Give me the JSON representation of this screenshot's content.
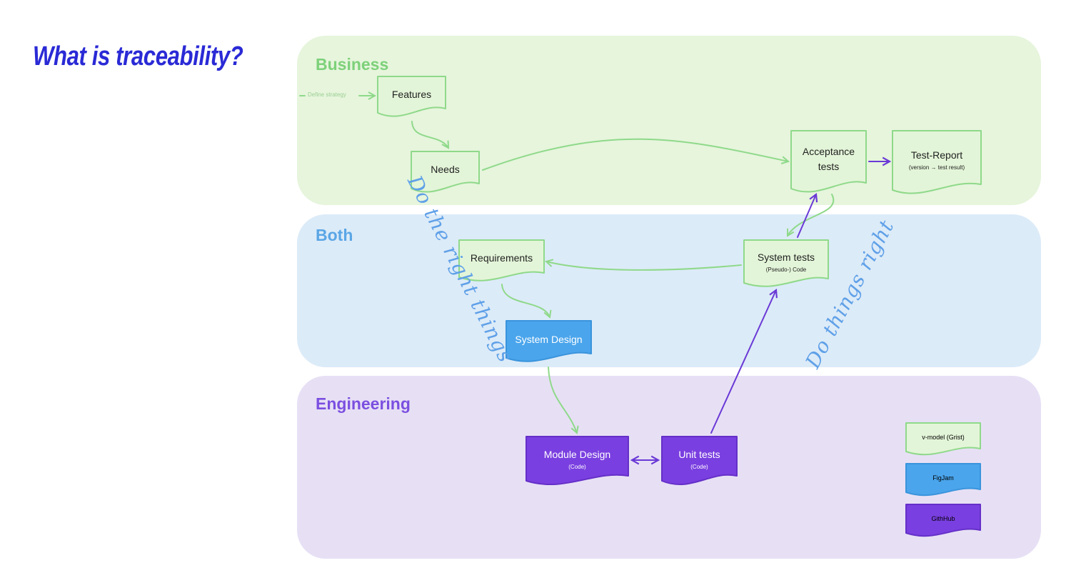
{
  "slide": {
    "title": "What is traceability?"
  },
  "lanes": {
    "business": "Business",
    "both": "Both",
    "engineering": "Engineering"
  },
  "colors": {
    "business_fill": "#e6f5dc",
    "both_fill": "#dcebf8",
    "engineering_fill": "#e7e0f5",
    "green_node": "#e3f5d8",
    "green_border": "#8fd98a",
    "blue_node": "#4aa5ec",
    "purple_node": "#7a3fe0",
    "green_arrow": "#8fd98a",
    "purple_arrow": "#6a39d6",
    "annotation": "#5fa0e8"
  },
  "strategy_label": "Define strategy",
  "nodes": {
    "features": {
      "title": "Features"
    },
    "needs": {
      "title": "Needs"
    },
    "acceptance": {
      "title": "Acceptance tests"
    },
    "report": {
      "title": "Test-Report",
      "sub": "(version → test result)"
    },
    "requirements": {
      "title": "Requirements"
    },
    "system_tests": {
      "title": "System tests",
      "sub": "(Pseudo-) Code"
    },
    "system_design": {
      "title": "System Design"
    },
    "module_design": {
      "title": "Module Design",
      "sub": "(Code)"
    },
    "unit_tests": {
      "title": "Unit tests",
      "sub": "(Code)"
    }
  },
  "annotations": {
    "left": "Do the right things",
    "right": "Do things right"
  },
  "legend": [
    "v-model (Grist)",
    "FigJam",
    "GithHub"
  ]
}
